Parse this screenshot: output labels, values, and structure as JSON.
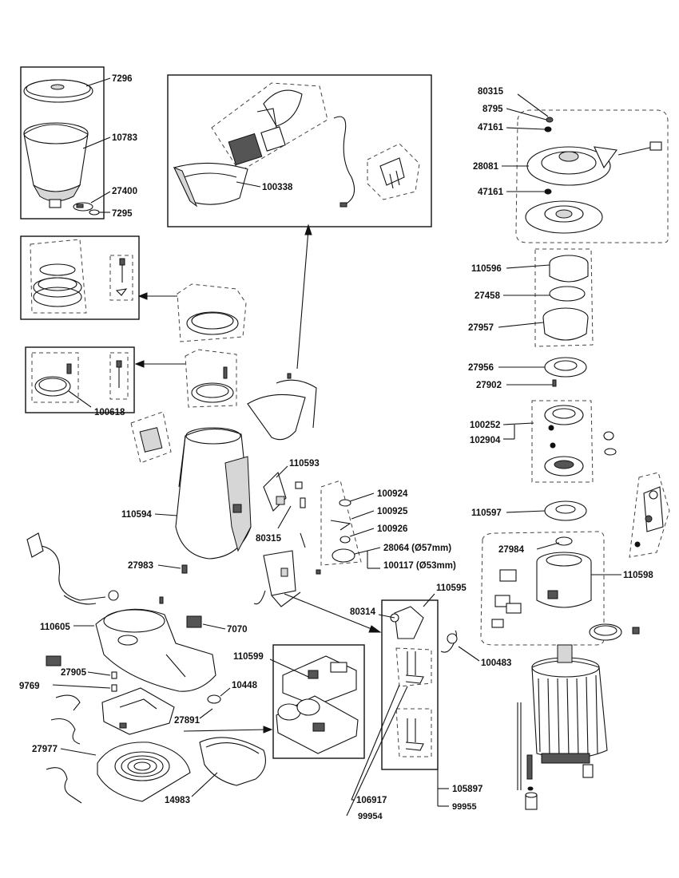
{
  "labels": {
    "p7296": "7296",
    "p10783": "10783",
    "p27400": "27400",
    "p7295": "7295",
    "p100338": "100338",
    "p100618": "100618",
    "p80315a": "80315",
    "p8795": "8795",
    "p47161a": "47161",
    "p28081": "28081",
    "p47161b": "47161",
    "p110596": "110596",
    "p27458": "27458",
    "p27957": "27957",
    "p27956": "27956",
    "p27902": "27902",
    "p100252": "100252",
    "p102904": "102904",
    "p110597": "110597",
    "p27984": "27984",
    "p110598": "110598",
    "p110593": "110593",
    "p110594": "110594",
    "p80315b": "80315",
    "p100924": "100924",
    "p100925": "100925",
    "p100926": "100926",
    "p28064": "28064 (Ø57mm)",
    "p100117": "100117 (Ø53mm)",
    "p27983": "27983",
    "p110595": "110595",
    "p80314": "80314",
    "p100483": "100483",
    "p110605": "110605",
    "p7070": "7070",
    "p110599": "110599",
    "p27905": "27905",
    "p9769": "9769",
    "p10448": "10448",
    "p27891": "27891",
    "p27977": "27977",
    "p14983": "14983",
    "p106917": "106917",
    "p99954": "99954",
    "p105897": "105897",
    "p99955": "99955"
  }
}
